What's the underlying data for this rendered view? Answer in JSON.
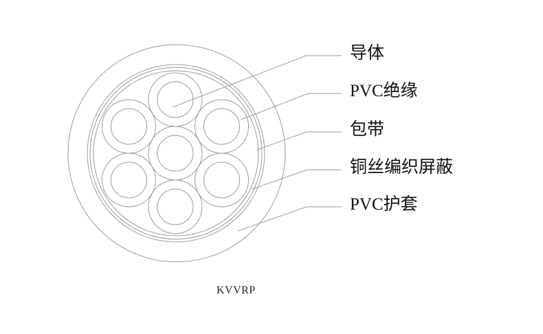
{
  "diagram": {
    "type": "cable-cross-section",
    "model": "KVVRP",
    "core_count": 7,
    "line_color": "#9a9a9a",
    "labels": [
      {
        "id": "conductor",
        "text": "导体"
      },
      {
        "id": "pvc-insulation",
        "text": "PVC绝缘"
      },
      {
        "id": "wrapping-tape",
        "text": "包带"
      },
      {
        "id": "copper-braid-shield",
        "text": "铜丝编织屏蔽"
      },
      {
        "id": "pvc-sheath",
        "text": "PVC护套"
      }
    ]
  }
}
